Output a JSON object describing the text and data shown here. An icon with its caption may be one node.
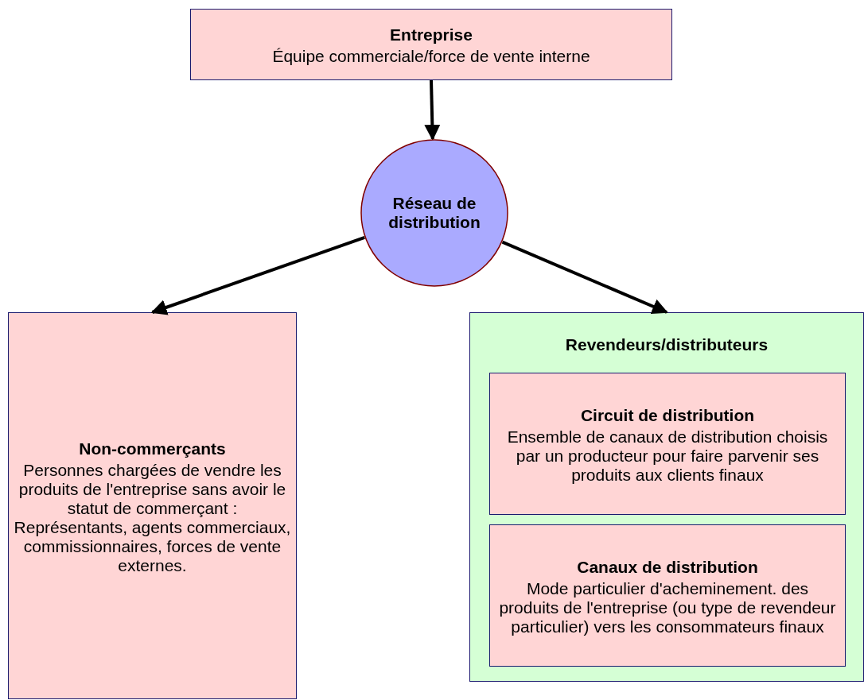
{
  "diagram": {
    "nodes": [
      {
        "text": [
          "Entreprise",
          "Équipe commerciale/force de vente interne"
        ]
      },
      {
        "text": [
          "Réseau de distribution"
        ]
      },
      {
        "text": [
          "Non-commerçants",
          "Personnes chargées de vendre les produits de l'entreprise sans avoir le statut de commerçant :",
          "Représentants, agents commerciaux, commissionnaires, forces de vente externes."
        ]
      },
      {
        "text": [
          "Revendeurs/distributeurs"
        ]
      },
      {
        "text": [
          "Circuit de distribution",
          "Ensemble de canaux de distribution choisis par un producteur pour faire parvenir ses produits aux clients finaux"
        ],
        "in": 3
      },
      {
        "text": [
          "Canaux de distribution",
          "Mode particulier d'acheminement. des produits de l'entreprise (ou type de revendeur particulier) vers les consommateurs finaux"
        ],
        "in": 3
      }
    ],
    "edges": [
      {
        "from": 0,
        "to": 1,
        "arrow": "to"
      },
      {
        "from": 1,
        "to": 2,
        "arrow": "to"
      },
      {
        "from": 1,
        "to": 3,
        "arrow": "to"
      }
    ]
  }
}
